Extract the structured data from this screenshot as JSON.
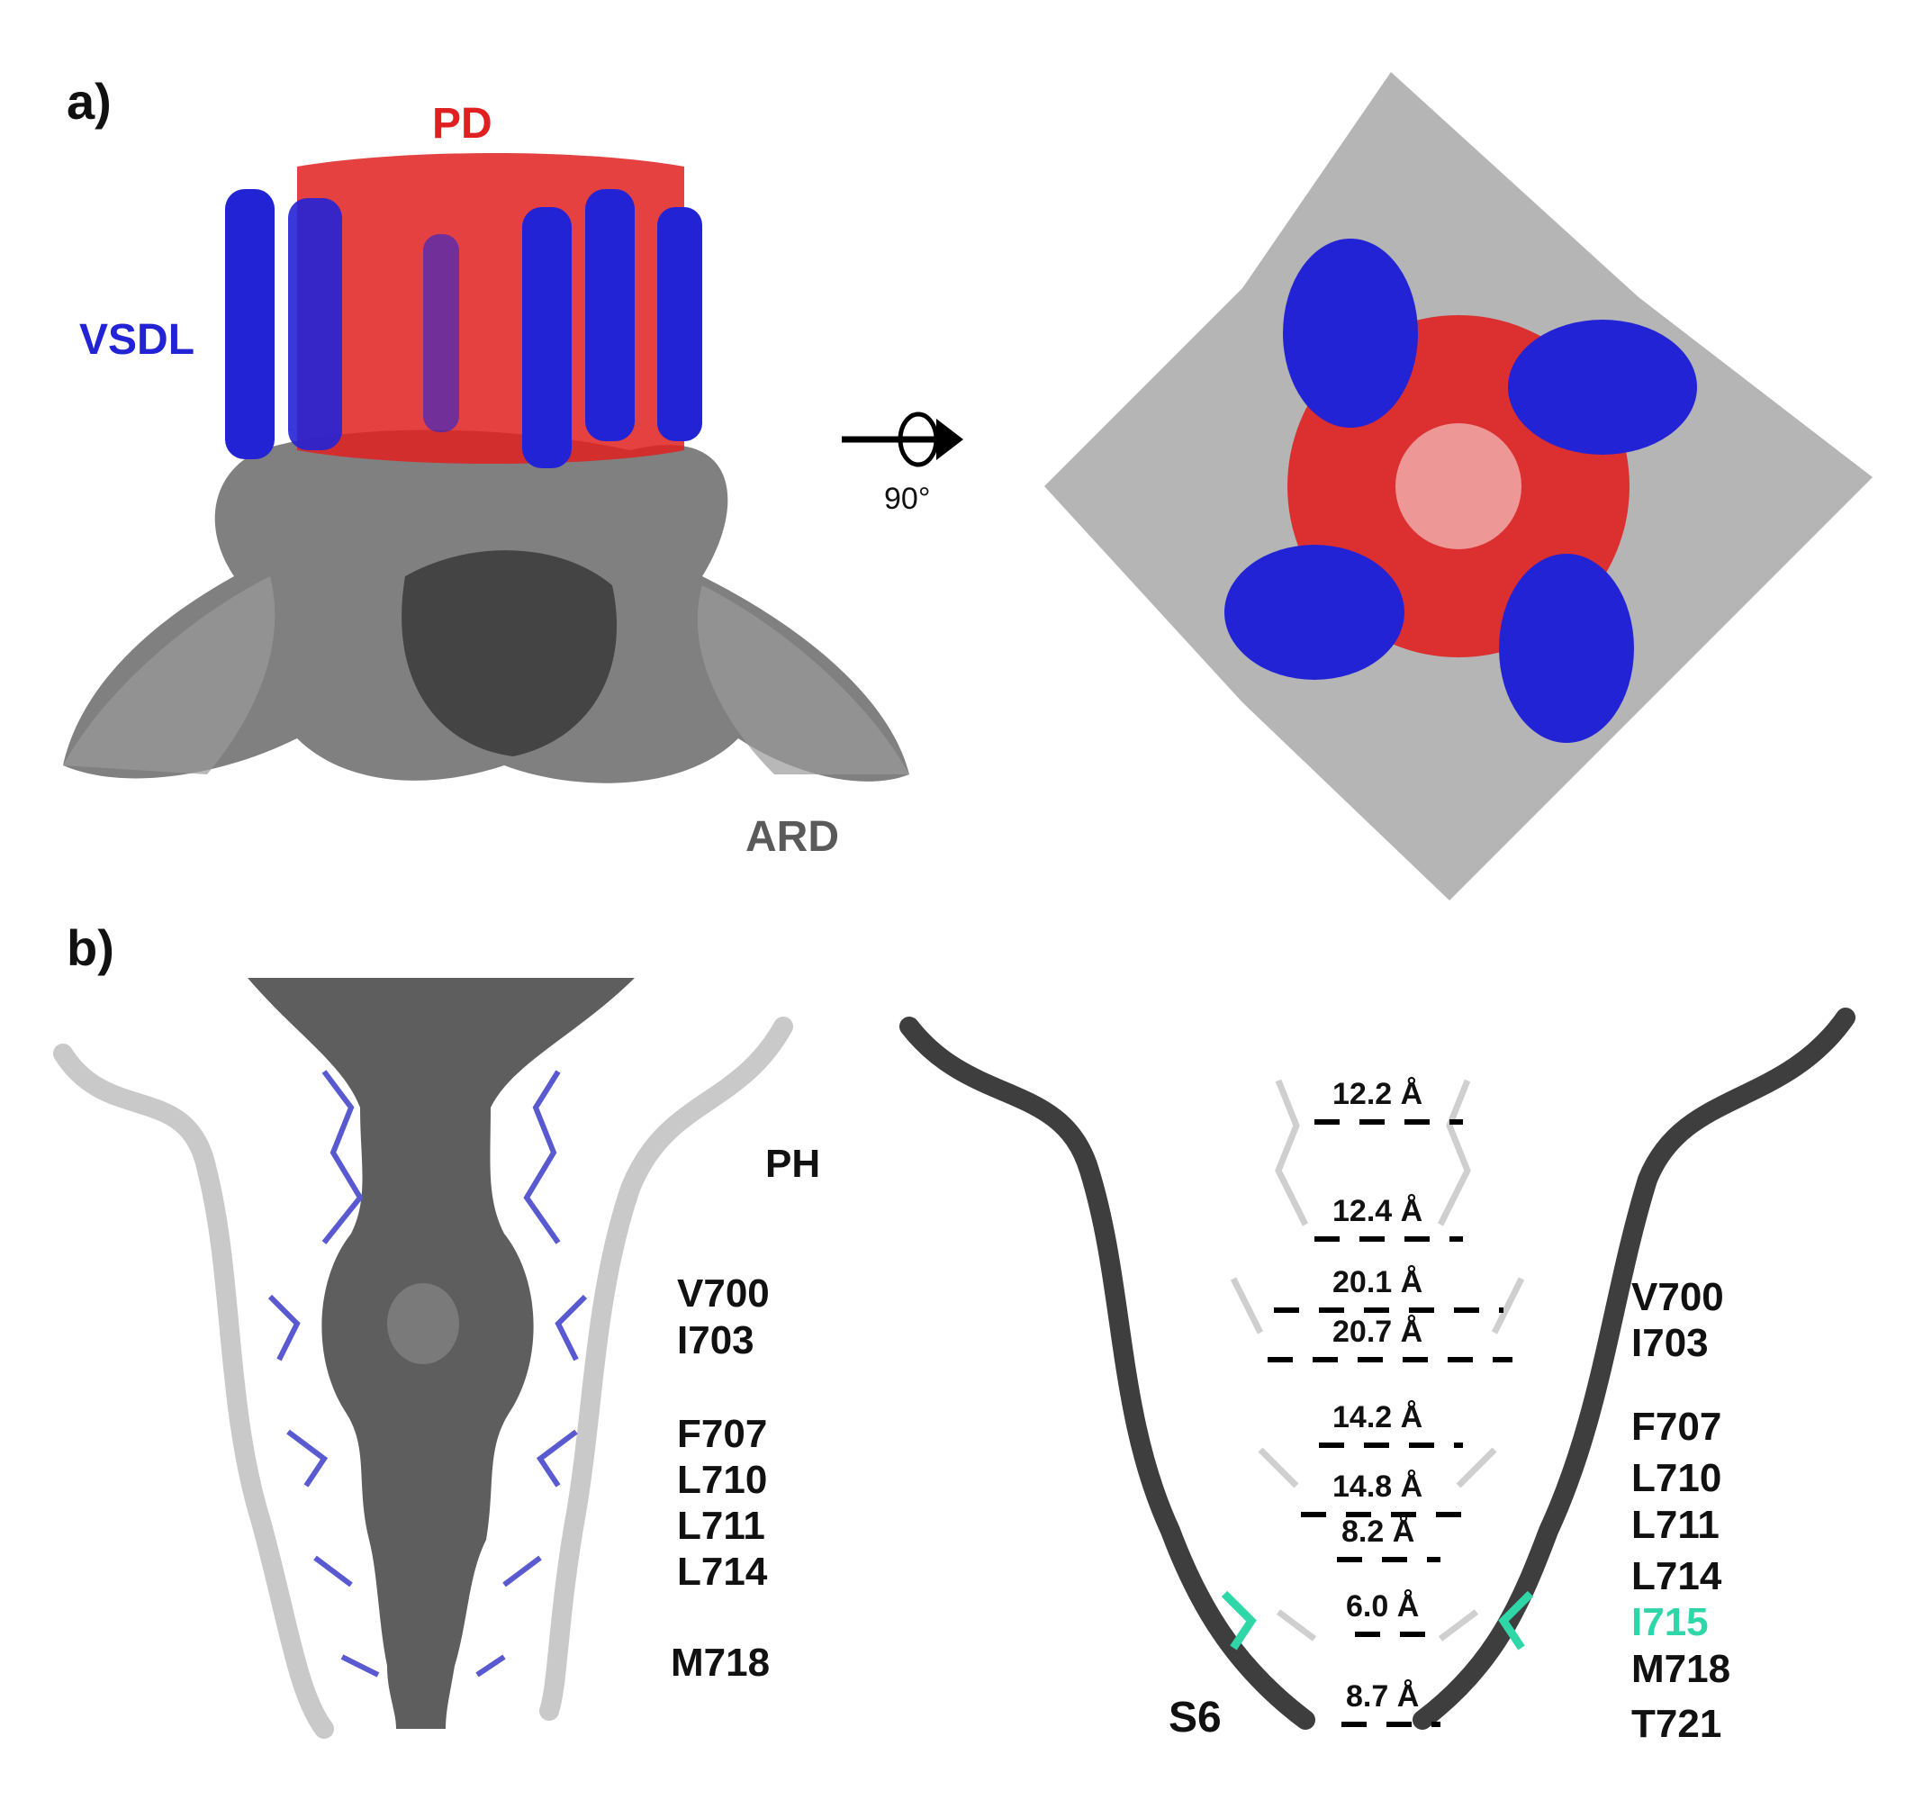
{
  "panel_a": {
    "label": "a)",
    "pd_label": "PD",
    "vsdl_label": "VSDL",
    "ard_label": "ARD",
    "rotation_label": "90°",
    "colors": {
      "pd": "#e02020",
      "vsdl": "#2323d6",
      "ard": "#5a5a5a",
      "ard_light": "#a8a8a8"
    }
  },
  "panel_b": {
    "label": "b)",
    "left": {
      "residues": [
        "PH",
        "V700",
        "I703",
        "F707",
        "L710",
        "L711",
        "L714",
        "M718"
      ]
    },
    "right": {
      "distances": [
        "12.2 Å",
        "12.4 Å",
        "20.1 Å",
        "20.7 Å",
        "14.2 Å",
        "14.8 Å",
        "8.2 Å",
        "6.0 Å",
        "8.7 Å"
      ],
      "residues": [
        "V700",
        "I703",
        "F707",
        "L710",
        "L711",
        "L714",
        "I715",
        "M718",
        "T721"
      ],
      "helix_label": "S6",
      "highlight_color": "#2fd6a8"
    }
  }
}
